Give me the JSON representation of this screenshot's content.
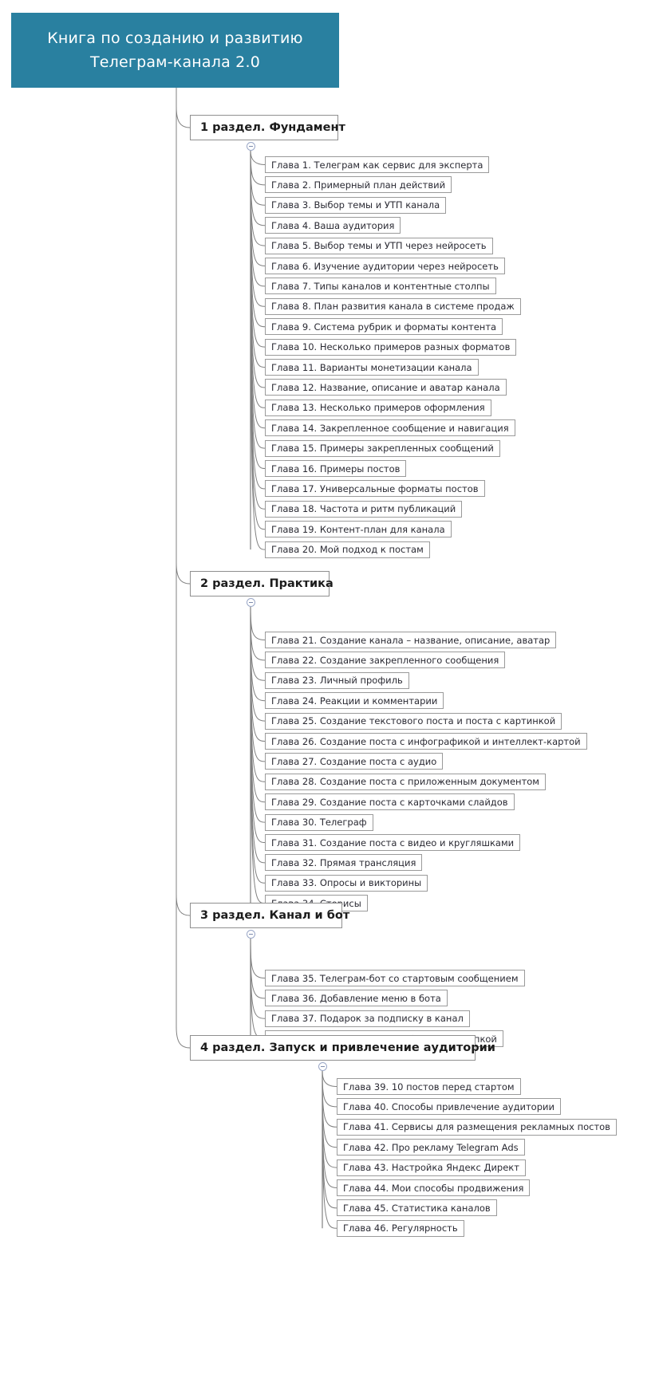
{
  "root": {
    "title_line1": "Книга по созданию и развитию",
    "title_line2": "Телеграм-канала 2.0",
    "color": "#2980a0",
    "text_color": "#ffffff"
  },
  "sections": [
    {
      "label": "1 раздел. Фундамент",
      "chapters": [
        "Глава 1. Телеграм как сервис для эксперта",
        "Глава 2. Примерный план действий",
        "Глава 3. Выбор темы и УТП канала",
        "Глава 4. Ваша аудитория",
        "Глава 5. Выбор темы и УТП через нейросеть",
        "Глава 6. Изучение аудитории через нейросеть",
        "Глава 7. Типы каналов и контентные столпы",
        "Глава 8. План развития канала в системе продаж",
        "Глава 9. Система рубрик и форматы контента",
        "Глава 10. Несколько примеров разных форматов",
        "Глава 11. Варианты монетизации канала",
        "Глава 12. Название, описание и аватар канала",
        "Глава 13. Несколько примеров оформления",
        "Глава 14. Закрепленное сообщение и навигация",
        "Глава 15. Примеры закрепленных сообщений",
        "Глава 16. Примеры постов",
        "Глава 17. Универсальные форматы постов",
        "Глава 18. Частота и ритм публикаций",
        "Глава 19. Контент-план для канала",
        "Глава 20. Мой подход к постам"
      ]
    },
    {
      "label": "2 раздел. Практика",
      "chapters": [
        "Глава 21. Создание канала – название, описание, аватар",
        "Глава 22. Создание закрепленного сообщения",
        "Глава 23. Личный профиль",
        "Глава 24. Реакции и комментарии",
        "Глава 25. Создание текстового поста и поста с картинкой",
        "Глава 26. Создание поста с инфографикой и интеллект-картой",
        "Глава 27. Создание поста с аудио",
        "Глава 28. Создание поста с приложенным документом",
        "Глава 29. Создание поста с карточками слайдов",
        "Глава 30. Телеграф",
        "Глава 31. Создание поста с видео и кругляшками",
        "Глава 32. Прямая трансляция",
        "Глава 33. Опросы и викторины",
        "Глава 34. Сторисы"
      ]
    },
    {
      "label": "3 раздел. Канал и бот",
      "chapters": [
        "Глава 35. Телеграм-бот со стартовым сообщением",
        "Глава 36. Добавление меню в бота",
        "Глава 37. Подарок за подписку в канал",
        "Глава 38. Закрепленное сообщение с кнопкой"
      ]
    },
    {
      "label": "4 раздел. Запуск и привлечение аудитории",
      "chapters": [
        "Глава 39. 10 постов перед стартом",
        "Глава 40. Способы привлечение аудитории",
        "Глава 41. Сервисы для размещения рекламных постов",
        "Глава 42. Про рекламу Telegram Ads",
        "Глава 43. Настройка Яндекс Директ",
        "Глава 44. Мои способы продвижения",
        "Глава 45. Статистика каналов",
        "Глава 46. Регулярность"
      ]
    }
  ]
}
